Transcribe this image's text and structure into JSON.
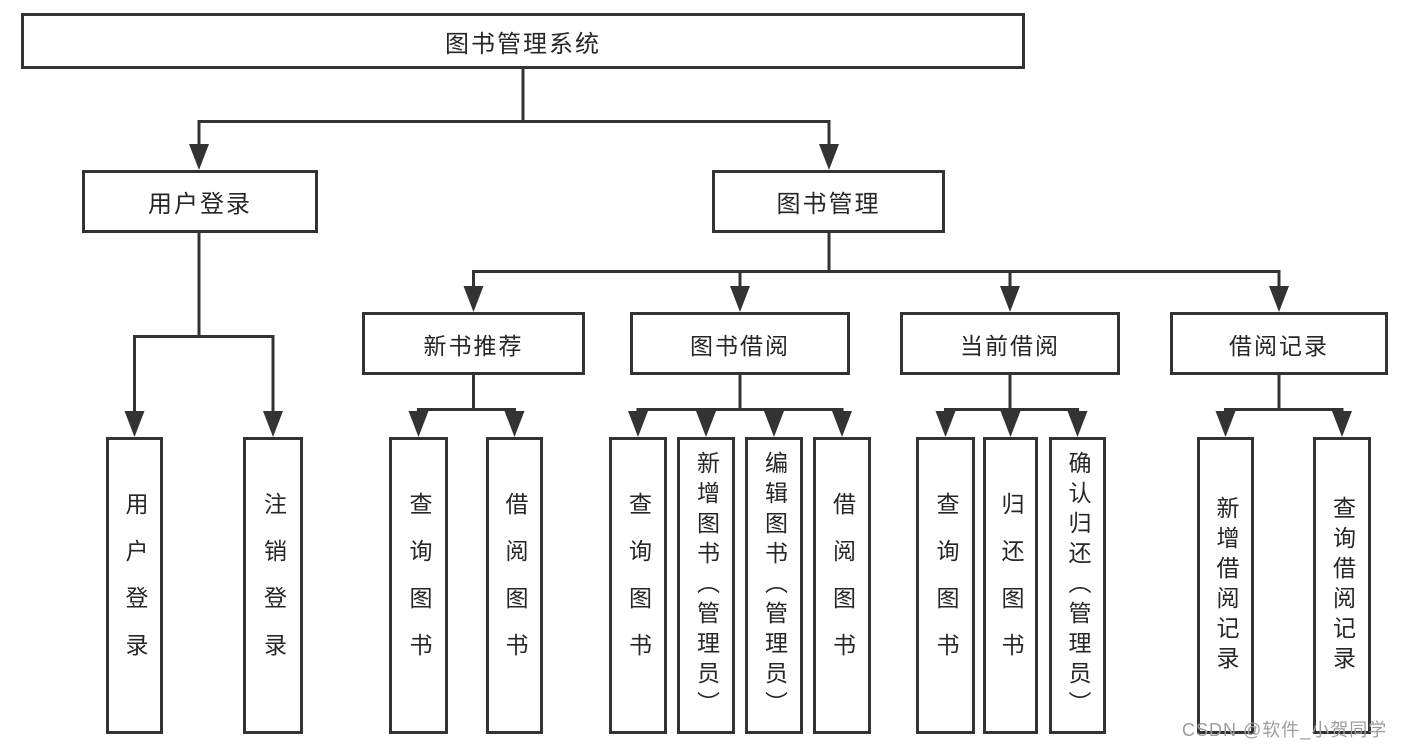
{
  "diagram": {
    "type": "org-tree",
    "stroke_color": "#333333",
    "text_color": "#262626",
    "root": {
      "label": "图书管理系统",
      "children": [
        {
          "label": "用户登录",
          "children": [
            {
              "label": "用户登录"
            },
            {
              "label": "注销登录"
            }
          ]
        },
        {
          "label": "图书管理",
          "children": [
            {
              "label": "新书推荐",
              "children": [
                {
                  "label": "查询图书"
                },
                {
                  "label": "借阅图书"
                }
              ]
            },
            {
              "label": "图书借阅",
              "children": [
                {
                  "label": "查询图书"
                },
                {
                  "label": "新增图书（管理员）"
                },
                {
                  "label": "编辑图书（管理员）"
                },
                {
                  "label": "借阅图书"
                }
              ]
            },
            {
              "label": "当前借阅",
              "children": [
                {
                  "label": "查询图书"
                },
                {
                  "label": "归还图书"
                },
                {
                  "label": "确认归还（管理员）"
                }
              ]
            },
            {
              "label": "借阅记录",
              "children": [
                {
                  "label": "新增借阅记录"
                },
                {
                  "label": "查询借阅记录"
                }
              ]
            }
          ]
        }
      ]
    }
  },
  "watermark": {
    "text": "CSDN @软件_小贺同学",
    "color": "#9c9c9c"
  }
}
